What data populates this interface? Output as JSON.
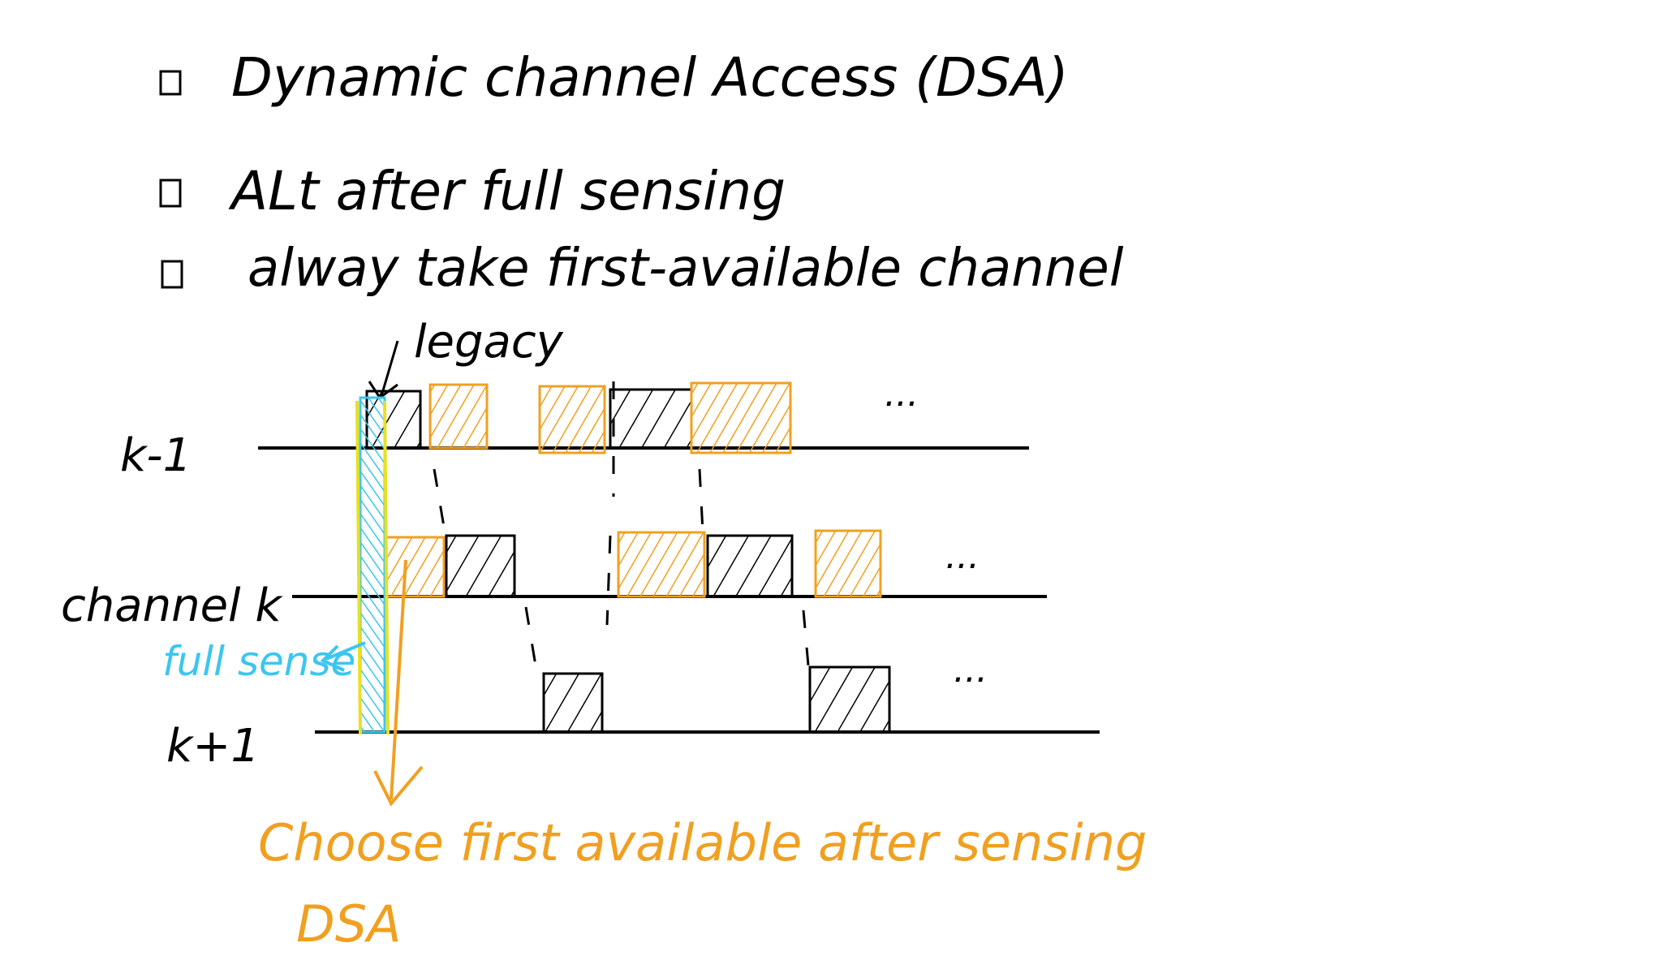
{
  "notes": {
    "line1": "Dynamic channel Access (DSA)",
    "line2": "ALt after full sensing",
    "line3": "alway take first-available channel"
  },
  "labels": {
    "legacy": "legacy",
    "channel_k_minus_1": "k-1",
    "channel_k": "channel k",
    "channel_k_plus_1": "k+1",
    "full_sense": "full sense",
    "choose": "Choose first available after sensing",
    "dsa": "DSA",
    "ellipsis": "..."
  },
  "colors": {
    "ink": "#000000",
    "orange": "#f0a020",
    "blue": "#3cc6f0",
    "yellow": "#e8e020"
  }
}
